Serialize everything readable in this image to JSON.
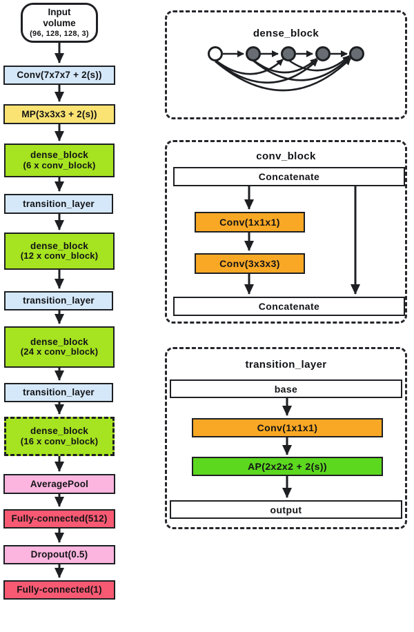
{
  "colors": {
    "conv_blue": "#d5e8f9",
    "pool_yellow": "#fbe373",
    "dense_green": "#a6e320",
    "avgpool_pink": "#fbb5de",
    "fc_red": "#f75a72",
    "conv_orange": "#f9a825",
    "ap_green": "#5cd81f",
    "line_black": "#1d1f22"
  },
  "left_flow": {
    "input": {
      "line1": "Input",
      "line2": "volume",
      "line3": "(96, 128, 128, 3)"
    },
    "boxes": [
      {
        "label": "Conv(7x7x7 + 2(s))"
      },
      {
        "label": "MP(3x3x3 + 2(s))"
      },
      {
        "label": "dense_block",
        "sublabel": "(6 x conv_block)"
      },
      {
        "label": "transition_layer"
      },
      {
        "label": "dense_block",
        "sublabel": "(12 x conv_block)"
      },
      {
        "label": "transition_layer"
      },
      {
        "label": "dense_block",
        "sublabel": "(24 x conv_block)"
      },
      {
        "label": "transition_layer"
      },
      {
        "label": "dense_block",
        "sublabel": "(16 x conv_block)"
      },
      {
        "label": "AveragePool"
      },
      {
        "label": "Fully-connected(512)"
      },
      {
        "label": "Dropout(0.5)"
      },
      {
        "label": "Fully-connected(1)"
      }
    ]
  },
  "panels": {
    "dense_block": {
      "title": "dense_block",
      "node_count": 5
    },
    "conv_block": {
      "title": "conv_block",
      "concat_top": "Concatenate",
      "conv1": "Conv(1x1x1)",
      "conv2": "Conv(3x3x3)",
      "concat_bottom": "Concatenate"
    },
    "transition_layer": {
      "title": "transition_layer",
      "base": "base",
      "conv": "Conv(1x1x1)",
      "ap": "AP(2x2x2 + 2(s))",
      "output": "output"
    }
  }
}
